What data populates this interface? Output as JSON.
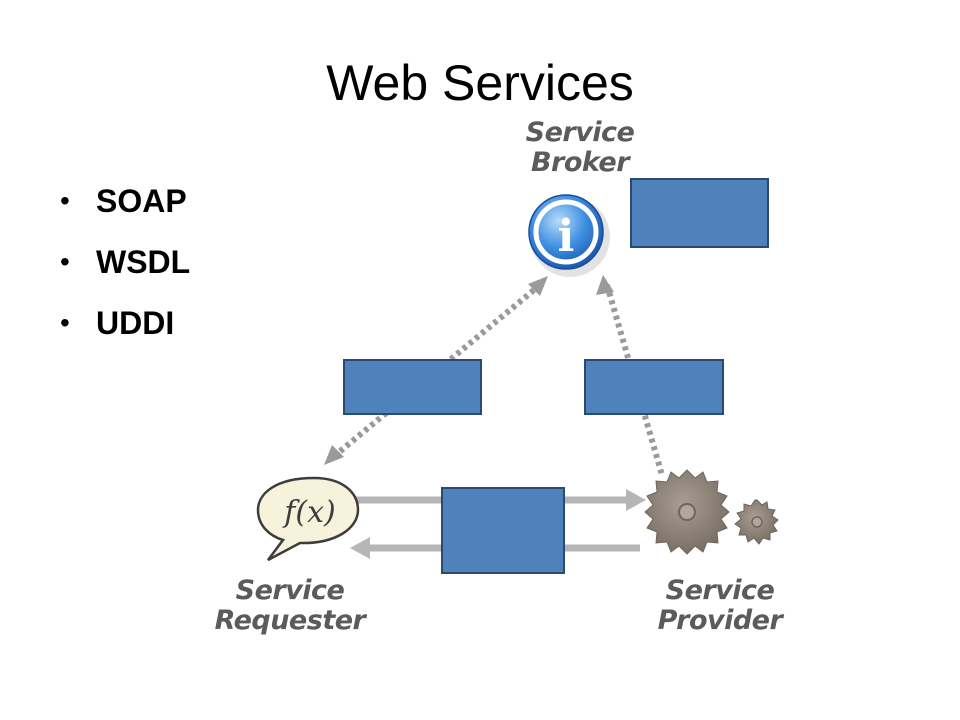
{
  "slide": {
    "title": "Web Services",
    "bullets": [
      "SOAP",
      "WSDL",
      "UDDI"
    ]
  },
  "diagram": {
    "broker_label": [
      "Service",
      "Broker"
    ],
    "requester_label": [
      "Service",
      "Requester"
    ],
    "provider_label": [
      "Service",
      "Provider"
    ],
    "requester_icon_text": "f(x)",
    "info_icon_text": "i"
  },
  "colors": {
    "box_fill": "#4f81bd",
    "box_border": "#2a4a70",
    "label_gray": "#5b5b5b",
    "arrow_gray": "#9a9a9a",
    "gear": "#8c8178"
  }
}
